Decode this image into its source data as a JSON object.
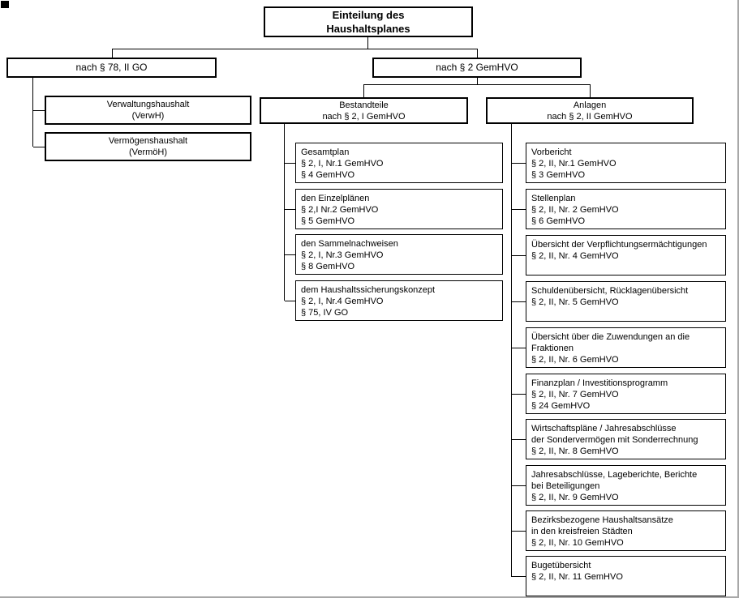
{
  "title": {
    "line1": "Einteilung des",
    "line2": "Haushaltsplanes"
  },
  "branches": {
    "left_label": "nach § 78, II GO",
    "right_label": "nach § 2 GemHVO"
  },
  "left_children": [
    {
      "line1": "Verwaltungshaushalt",
      "line2": "(VerwH)"
    },
    {
      "line1": "Vermögenshaushalt",
      "line2": "(VermöH)"
    }
  ],
  "bestandteile": {
    "header": {
      "line1": "Bestandteile",
      "line2": "nach § 2, I GemHVO"
    },
    "items": [
      {
        "lines": [
          "Gesamtplan",
          "§ 2, I, Nr.1 GemHVO",
          "§ 4 GemHVO"
        ]
      },
      {
        "lines": [
          "den Einzelplänen",
          "§ 2,I Nr.2 GemHVO",
          "§ 5 GemHVO"
        ]
      },
      {
        "lines": [
          "den Sammelnachweisen",
          "§ 2, I, Nr.3 GemHVO",
          "§ 8 GemHVO"
        ]
      },
      {
        "lines": [
          "dem Haushaltssicherungskonzept",
          "§ 2, I, Nr.4 GemHVO",
          "§ 75, IV GO"
        ]
      }
    ]
  },
  "anlagen": {
    "header": {
      "line1": "Anlagen",
      "line2": "nach § 2, II GemHVO"
    },
    "items": [
      {
        "lines": [
          "Vorbericht",
          "§ 2, II, Nr.1 GemHVO",
          "§ 3 GemHVO"
        ]
      },
      {
        "lines": [
          "Stellenplan",
          "§ 2, II, Nr. 2 GemHVO",
          "§ 6 GemHVO"
        ]
      },
      {
        "lines": [
          "Übersicht der Verpflichtungsermächtigungen",
          "§ 2, II, Nr. 4 GemHVO"
        ]
      },
      {
        "lines": [
          "Schuldenübersicht, Rücklagenübersicht",
          "§ 2, II, Nr. 5 GemHVO"
        ]
      },
      {
        "lines": [
          "Übersicht über die Zuwendungen an die Fraktionen",
          "§ 2, II, Nr. 6 GemHVO"
        ]
      },
      {
        "lines": [
          "Finanzplan / Investitionsprogramm",
          "§ 2, II, Nr. 7 GemHVO",
          "§ 24 GemHVO"
        ]
      },
      {
        "lines": [
          "Wirtschaftspläne / Jahresabschlüsse",
          "der Sondervermögen mit Sonderrechnung",
          "§ 2, II, Nr. 8 GemHVO"
        ]
      },
      {
        "lines": [
          "Jahresabschlüsse, Lageberichte, Berichte",
          "bei Beteiligungen",
          "§ 2, II, Nr. 9 GemHVO"
        ]
      },
      {
        "lines": [
          "Bezirksbezogene Haushaltsansätze",
          "in den kreisfreien Städten",
          "§ 2, II, Nr. 10 GemHVO"
        ]
      },
      {
        "lines": [
          "Bugetübersicht",
          "§ 2, II, Nr. 11 GemHVO"
        ]
      }
    ]
  },
  "colors": {
    "line": "#000000",
    "background": "#ffffff",
    "edge": "#a8a8a8"
  }
}
